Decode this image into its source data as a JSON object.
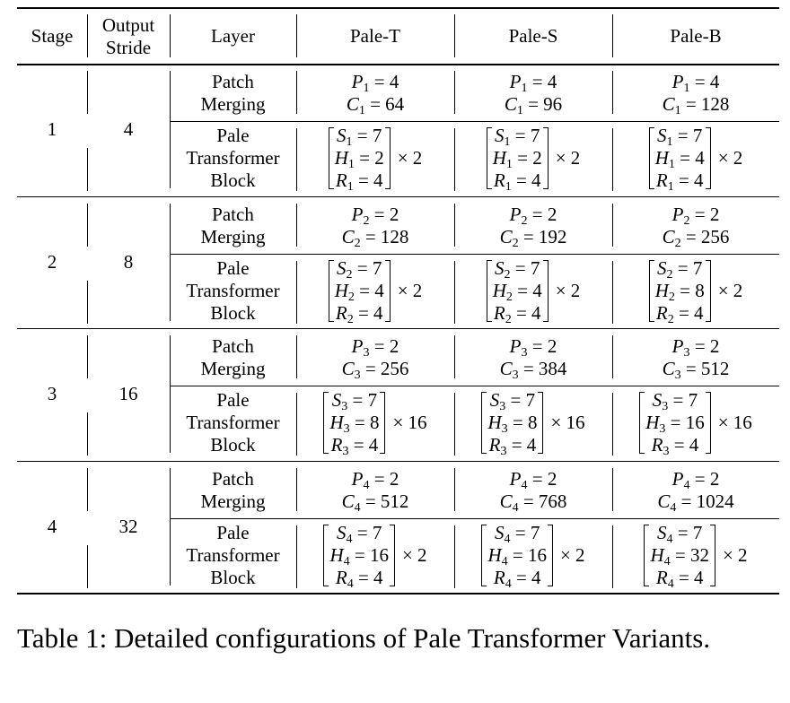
{
  "headers": {
    "stage": "Stage",
    "stride_1": "Output",
    "stride_2": "Stride",
    "layer": "Layer",
    "variants": [
      "Pale-T",
      "Pale-S",
      "Pale-B"
    ]
  },
  "layer_names": {
    "patch": [
      "Patch",
      "Merging"
    ],
    "block": [
      "Pale",
      "Transformer",
      "Block"
    ]
  },
  "stages": [
    {
      "stage": "1",
      "stride": "4",
      "idx": "1",
      "variants": [
        {
          "P": "4",
          "C": "64",
          "S": "7",
          "H": "2",
          "R": "4",
          "rep": "2"
        },
        {
          "P": "4",
          "C": "96",
          "S": "7",
          "H": "2",
          "R": "4",
          "rep": "2"
        },
        {
          "P": "4",
          "C": "128",
          "S": "7",
          "H": "4",
          "R": "4",
          "rep": "2"
        }
      ]
    },
    {
      "stage": "2",
      "stride": "8",
      "idx": "2",
      "variants": [
        {
          "P": "2",
          "C": "128",
          "S": "7",
          "H": "4",
          "R": "4",
          "rep": "2"
        },
        {
          "P": "2",
          "C": "192",
          "S": "7",
          "H": "4",
          "R": "4",
          "rep": "2"
        },
        {
          "P": "2",
          "C": "256",
          "S": "7",
          "H": "8",
          "R": "4",
          "rep": "2"
        }
      ]
    },
    {
      "stage": "3",
      "stride": "16",
      "idx": "3",
      "variants": [
        {
          "P": "2",
          "C": "256",
          "S": "7",
          "H": "8",
          "R": "4",
          "rep": "16"
        },
        {
          "P": "2",
          "C": "384",
          "S": "7",
          "H": "8",
          "R": "4",
          "rep": "16"
        },
        {
          "P": "2",
          "C": "512",
          "S": "7",
          "H": "16",
          "R": "4",
          "rep": "16"
        }
      ]
    },
    {
      "stage": "4",
      "stride": "32",
      "idx": "4",
      "variants": [
        {
          "P": "2",
          "C": "512",
          "S": "7",
          "H": "16",
          "R": "4",
          "rep": "2"
        },
        {
          "P": "2",
          "C": "768",
          "S": "7",
          "H": "16",
          "R": "4",
          "rep": "2"
        },
        {
          "P": "2",
          "C": "1024",
          "S": "7",
          "H": "32",
          "R": "4",
          "rep": "2"
        }
      ]
    }
  ],
  "caption": "Table 1:  Detailed configurations of Pale Transformer Variants."
}
